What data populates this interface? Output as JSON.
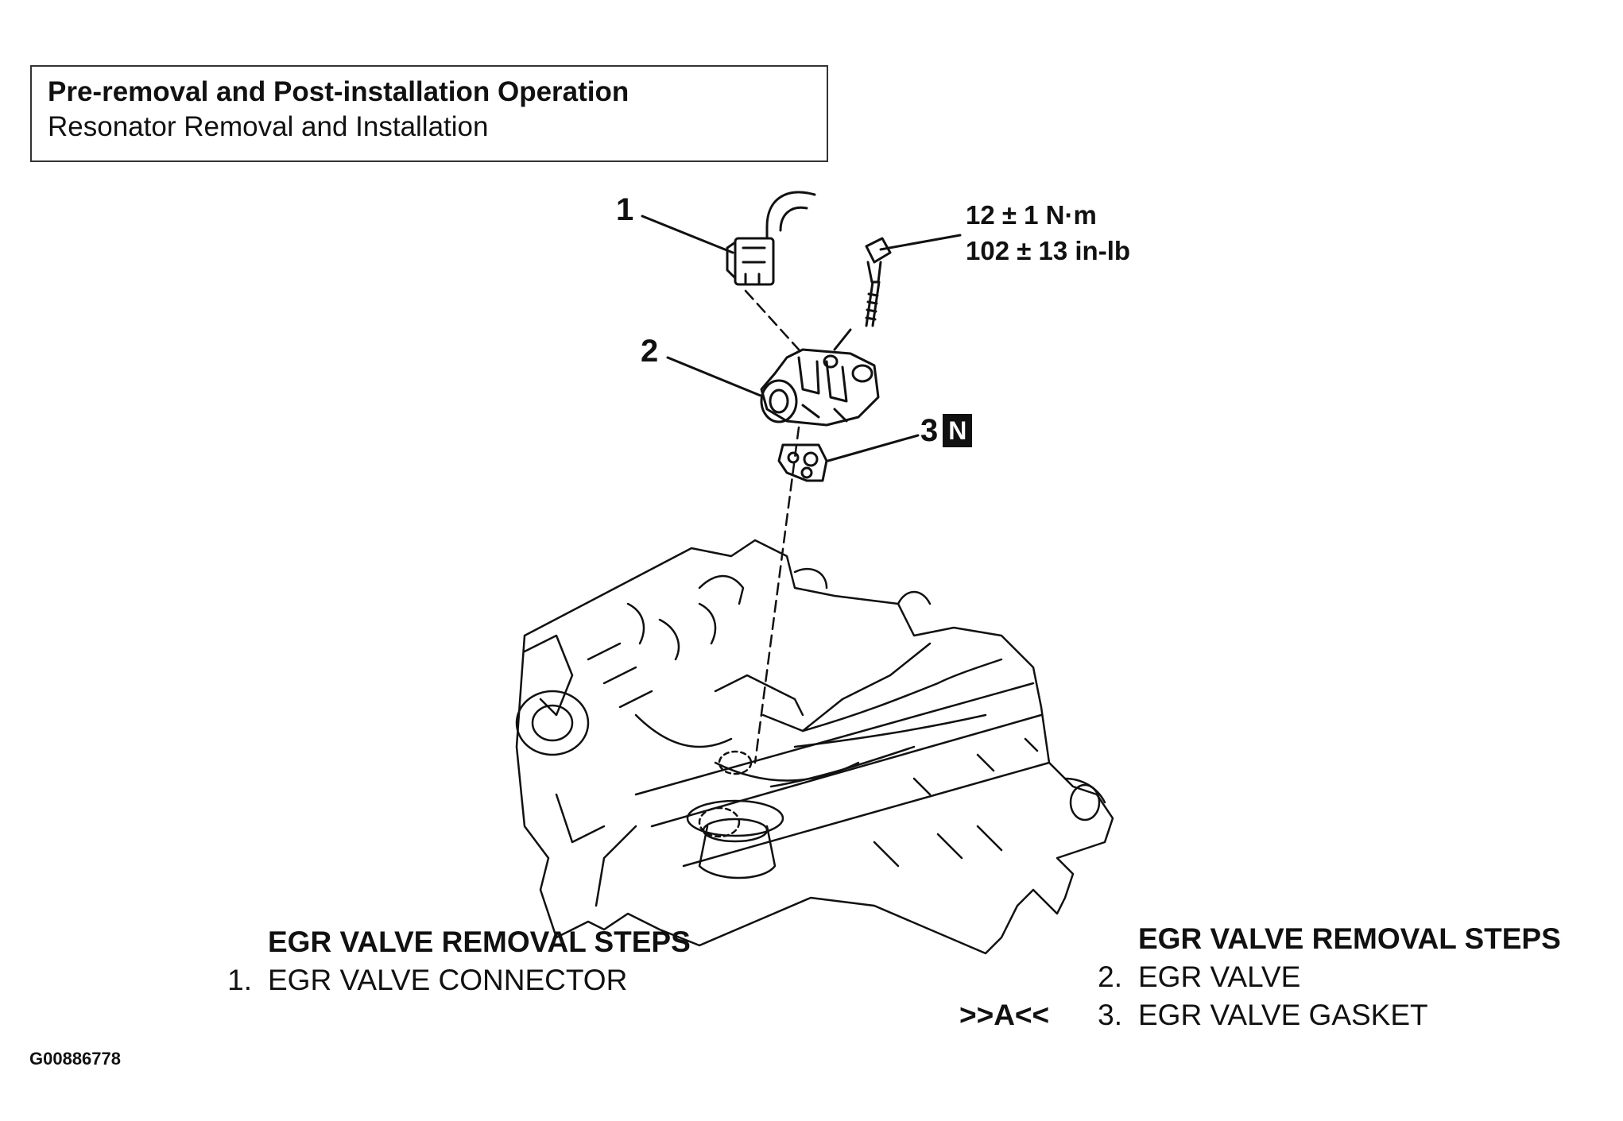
{
  "header": {
    "title": "Pre-removal and Post-installation Operation",
    "subtitle": "Resonator Removal and Installation"
  },
  "callouts": {
    "c1": "1",
    "c2": "2",
    "c3": "3",
    "c3_badge": "N"
  },
  "torque": {
    "metric": "12 ± 1 N·m",
    "imperial": "102 ± 13 in-lb"
  },
  "steps_left": {
    "title": "EGR VALVE REMOVAL STEPS",
    "items": [
      {
        "num": "1.",
        "label": "EGR VALVE CONNECTOR",
        "mark": ""
      }
    ]
  },
  "steps_right": {
    "title": "EGR VALVE REMOVAL STEPS",
    "items": [
      {
        "num": "2.",
        "label": "EGR VALVE",
        "mark": ""
      },
      {
        "num": "3.",
        "label": "EGR VALVE GASKET",
        "mark": ">>A<<"
      }
    ]
  },
  "figure_id": "G00886778"
}
